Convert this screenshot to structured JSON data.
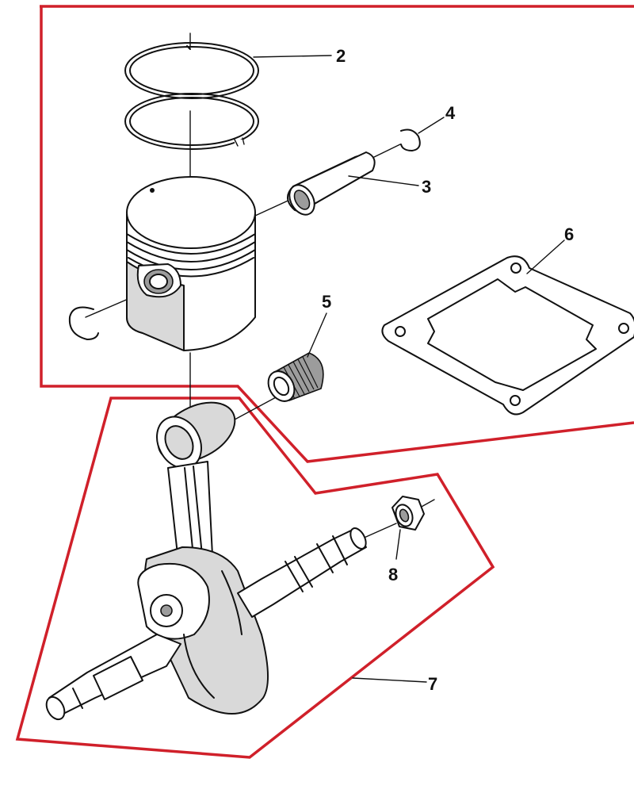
{
  "colors": {
    "group_outline": "#d0202a",
    "line_art": "#111111",
    "part_fill": "#d9d9d9",
    "background": "#ffffff"
  },
  "callouts": [
    {
      "id": "piston-rings",
      "number": "2"
    },
    {
      "id": "piston-pin",
      "number": "3"
    },
    {
      "id": "pin-circlip",
      "number": "4"
    },
    {
      "id": "needle-bearing",
      "number": "5"
    },
    {
      "id": "cylinder-gasket",
      "number": "6"
    },
    {
      "id": "crankshaft-assembly",
      "number": "7"
    },
    {
      "id": "nut",
      "number": "8"
    }
  ]
}
